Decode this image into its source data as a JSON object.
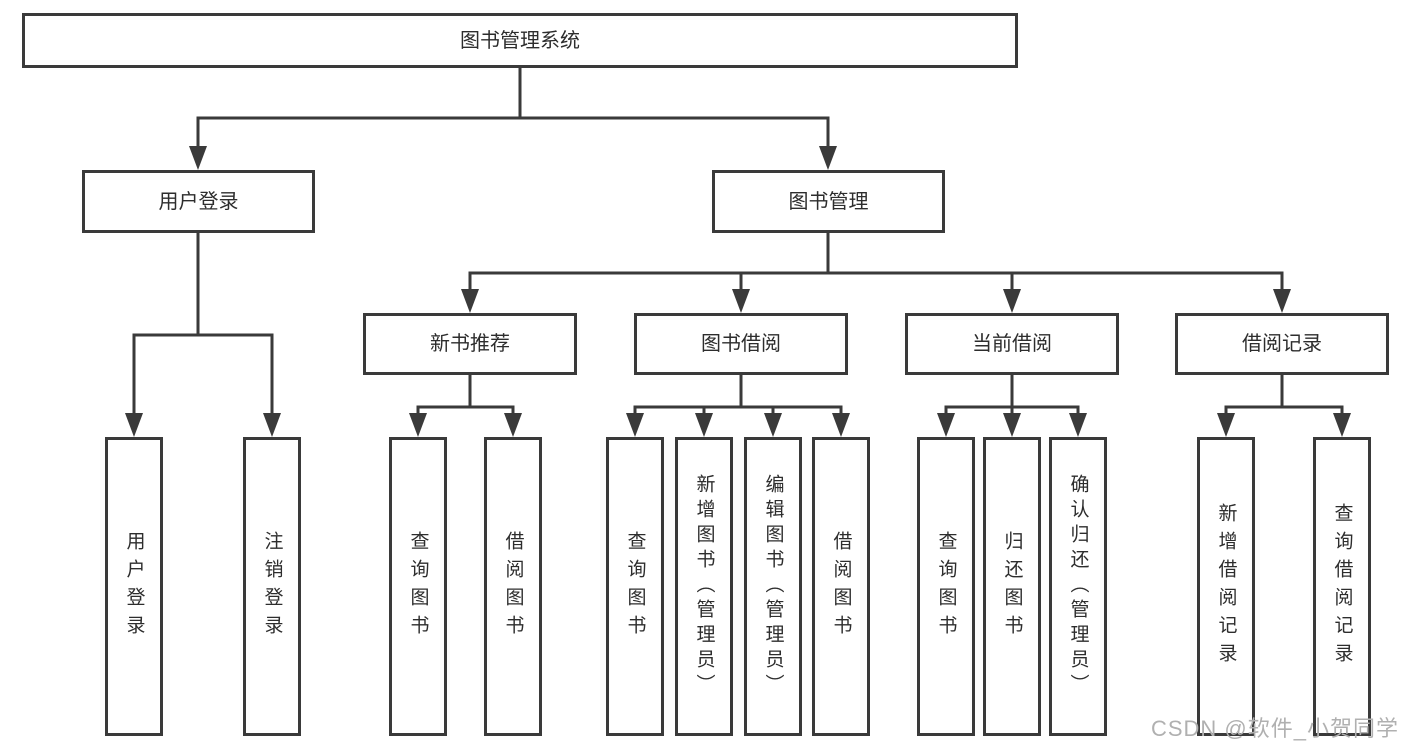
{
  "colors": {
    "line": "#3a3a3a",
    "box_border": "#3a3a3a",
    "text": "#2d2d2d",
    "background": "#ffffff",
    "watermark": "#b0b0b0"
  },
  "watermark": {
    "text": "CSDN @软件_小贺同学"
  },
  "tree": {
    "label": "图书管理系统",
    "children": [
      {
        "label": "用户登录",
        "children": [
          {
            "label": "用户登录"
          },
          {
            "label": "注销登录"
          }
        ]
      },
      {
        "label": "图书管理",
        "children": [
          {
            "label": "新书推荐",
            "children": [
              {
                "label": "查询图书"
              },
              {
                "label": "借阅图书"
              }
            ]
          },
          {
            "label": "图书借阅",
            "children": [
              {
                "label": "查询图书"
              },
              {
                "label": "新增图书（管理员）"
              },
              {
                "label": "编辑图书（管理员）"
              },
              {
                "label": "借阅图书"
              }
            ]
          },
          {
            "label": "当前借阅",
            "children": [
              {
                "label": "查询图书"
              },
              {
                "label": "归还图书"
              },
              {
                "label": "确认归还（管理员）"
              }
            ]
          },
          {
            "label": "借阅记录",
            "children": [
              {
                "label": "新增借阅记录"
              },
              {
                "label": "查询借阅记录"
              }
            ]
          }
        ]
      }
    ]
  }
}
